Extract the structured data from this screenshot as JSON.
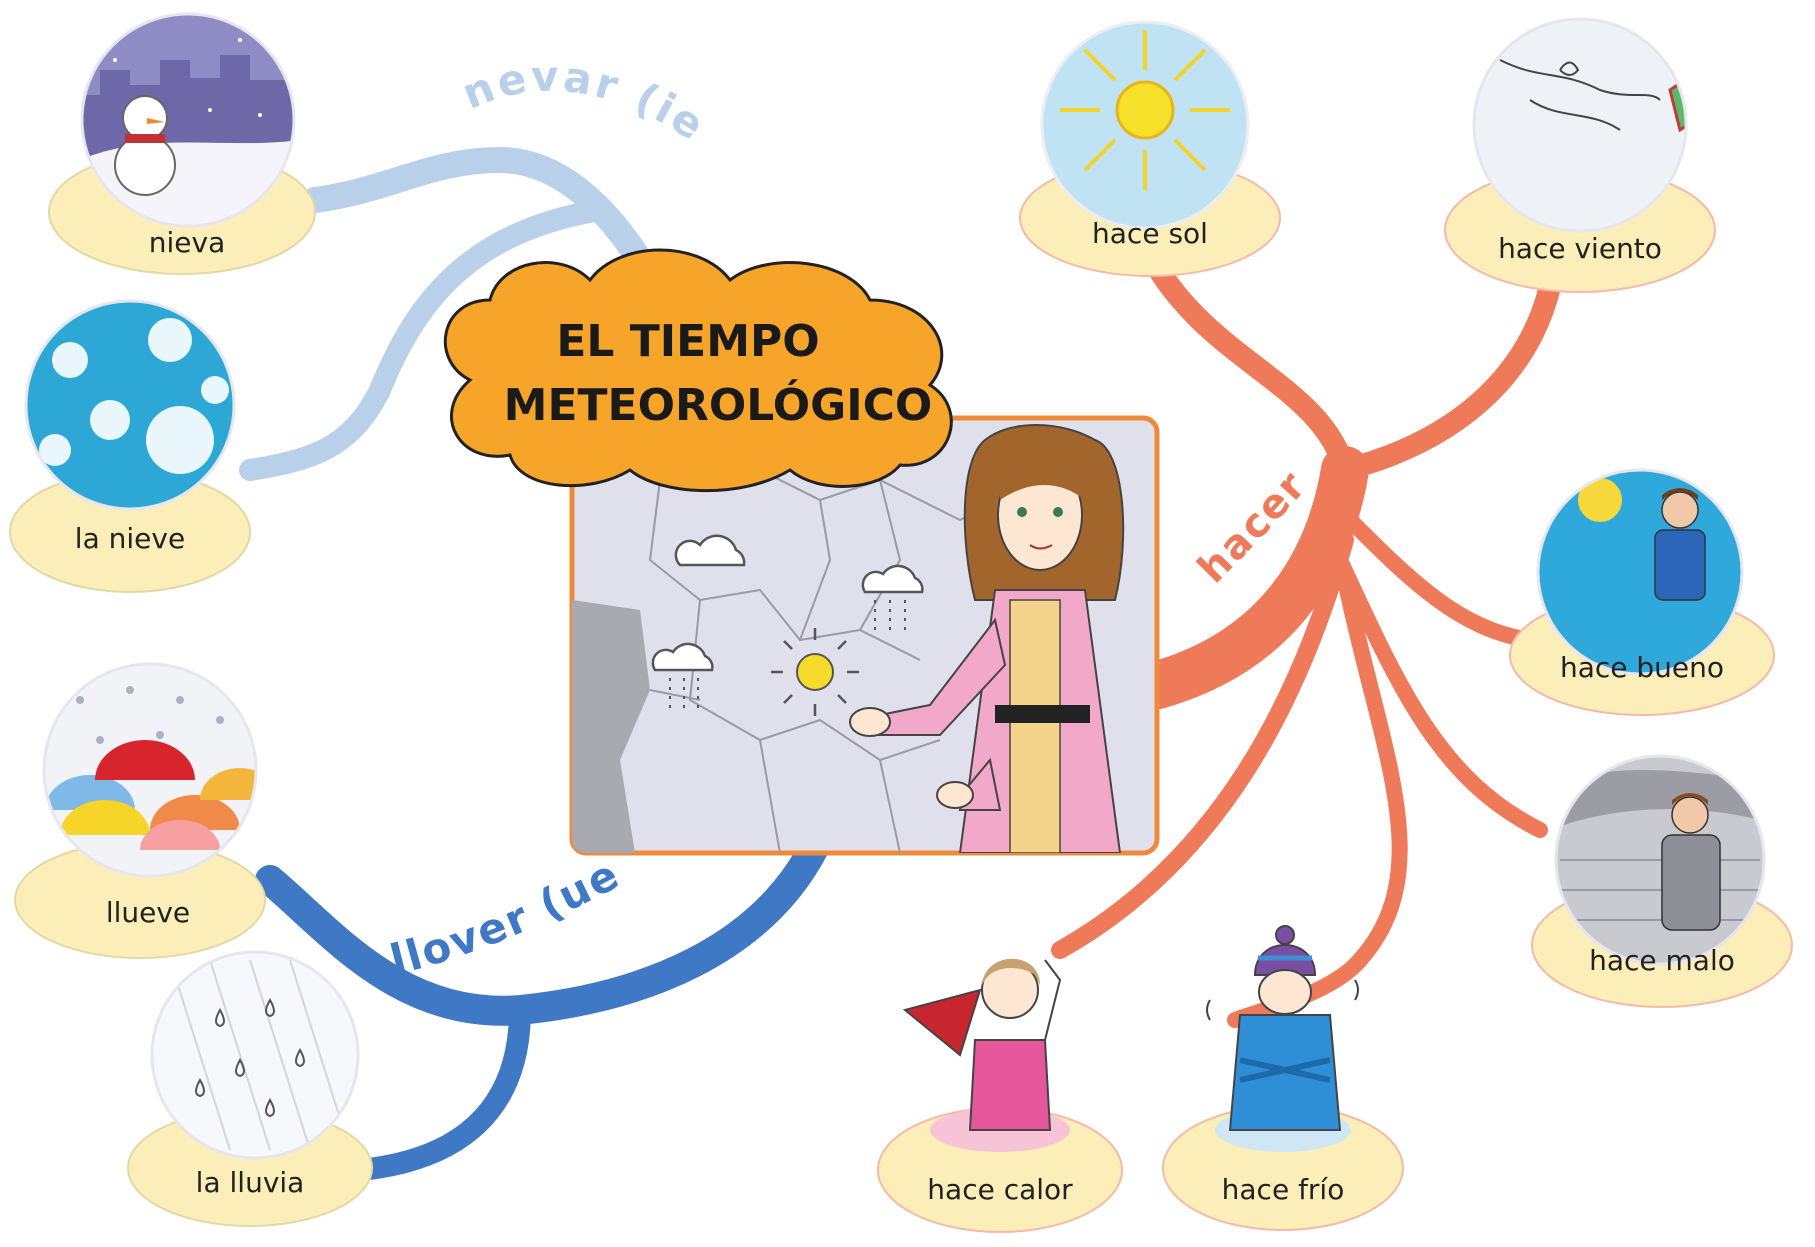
{
  "title": {
    "line1": "EL TIEMPO",
    "line2": "METEOROLÓGICO"
  },
  "branches": {
    "nevar": "nevar (ie)",
    "llover": "llover (ue)",
    "hacer": "hacer"
  },
  "nodes": {
    "nieva": "nieva",
    "la_nieve": "la nieve",
    "llueve": "llueve",
    "la_lluvia": "la lluvia",
    "hace_sol": "hace sol",
    "hace_viento": "hace viento",
    "hace_bueno": "hace bueno",
    "hace_malo": "hace malo",
    "hace_calor": "hace calor",
    "hace_frio": "hace frío"
  },
  "colors": {
    "nevar_branch": "#b8d0ea",
    "llover_branch": "#3f78c4",
    "hacer_branch": "#ef7a5a",
    "title_cloud": "#f6a52a",
    "label_oval": "#fbeeb8",
    "map_frame": "#ef8a3a"
  }
}
